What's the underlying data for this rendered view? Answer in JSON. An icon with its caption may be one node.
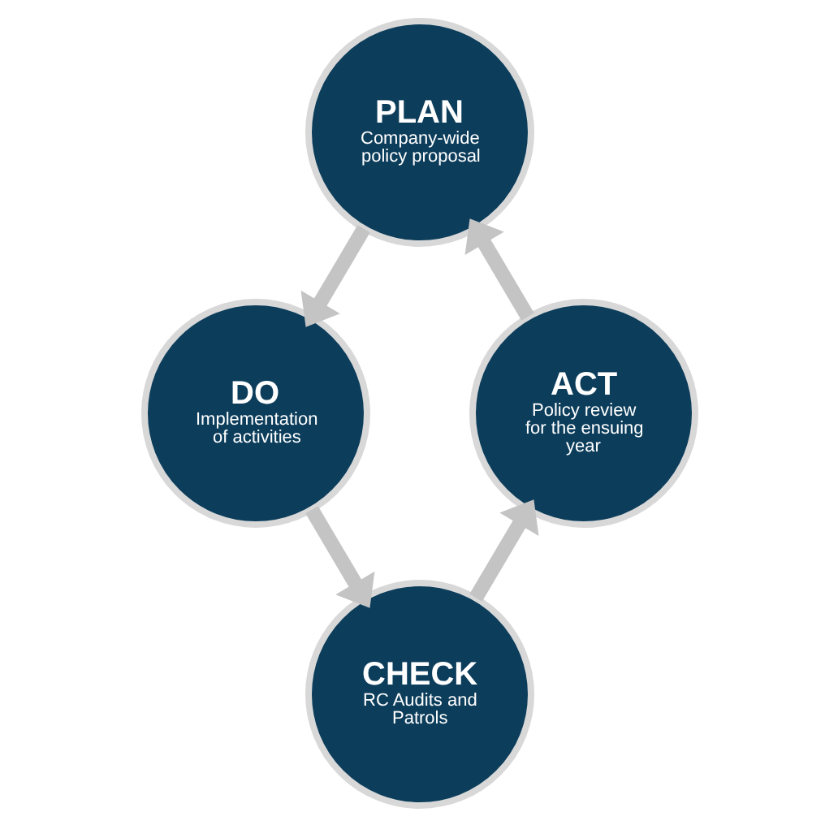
{
  "diagram": {
    "nodes": [
      {
        "text": [
          "PLAN",
          "Company-wide policy proposal"
        ]
      },
      {
        "text": [
          "DO",
          "Implementation of activities"
        ]
      },
      {
        "text": [
          "CHECK",
          "RC Audits and Patrols"
        ]
      },
      {
        "text": [
          "ACT",
          "Policy review for the ensuing year"
        ]
      }
    ],
    "edges": [
      {
        "from": 0,
        "to": 1,
        "arrow": "to"
      },
      {
        "from": 1,
        "to": 2,
        "arrow": "to"
      },
      {
        "from": 2,
        "to": 3,
        "arrow": "to"
      },
      {
        "from": 3,
        "to": 0,
        "arrow": "to"
      }
    ]
  }
}
